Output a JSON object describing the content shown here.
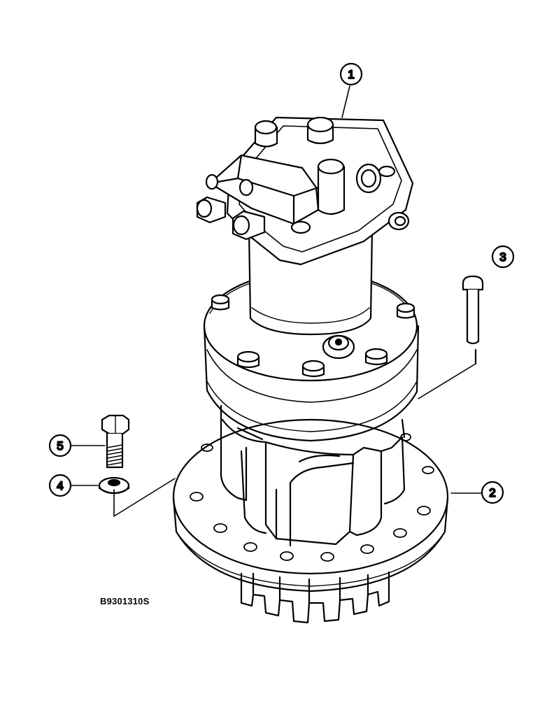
{
  "figure": {
    "code": "B9301310S",
    "callouts": [
      {
        "id": "callout-1",
        "label": "1"
      },
      {
        "id": "callout-2",
        "label": "2"
      },
      {
        "id": "callout-3",
        "label": "3"
      },
      {
        "id": "callout-4",
        "label": "4"
      },
      {
        "id": "callout-5",
        "label": "5"
      }
    ]
  }
}
